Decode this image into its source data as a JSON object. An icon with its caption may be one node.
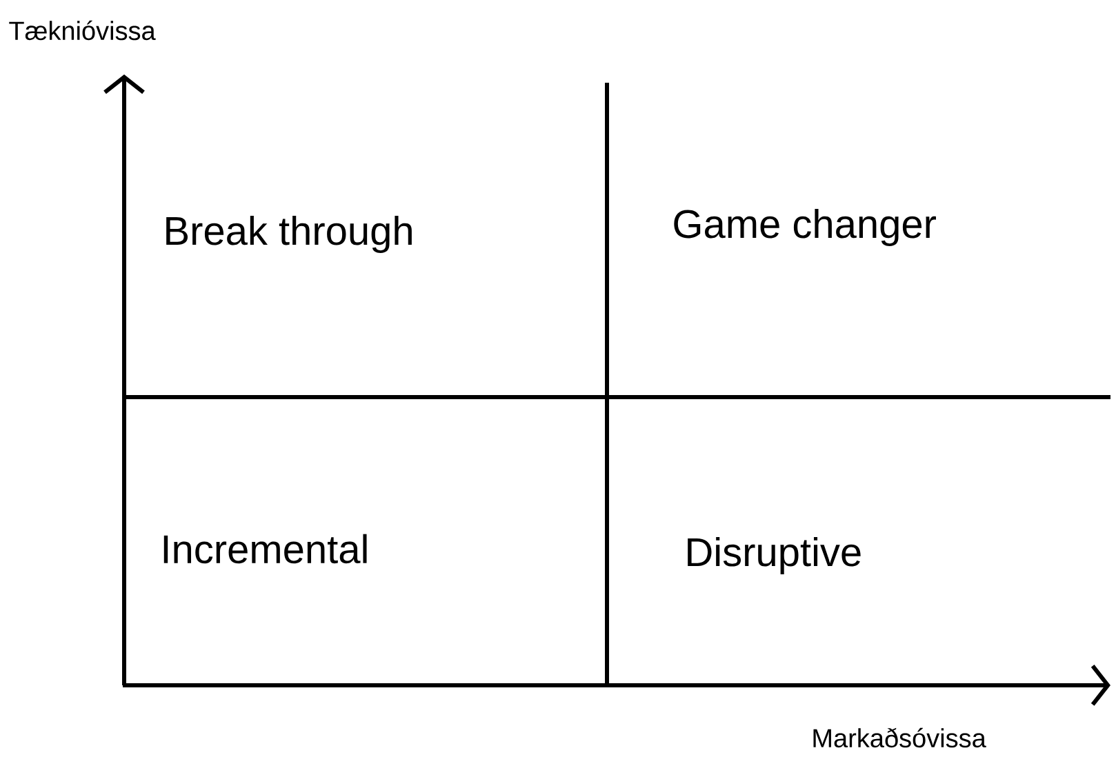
{
  "diagram": {
    "labels": [
      "Tæknióvissa",
      "Break through",
      "Game changer",
      "Incremental",
      "Disruptive",
      "Markaðsóvissa"
    ]
  }
}
